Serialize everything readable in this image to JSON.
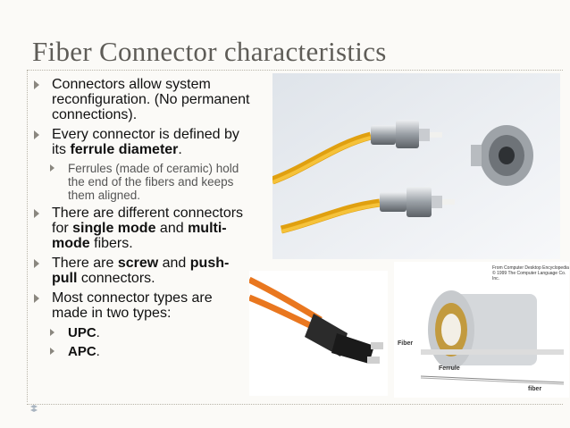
{
  "slide": {
    "title": "Fiber Connector characteristics",
    "bullets": [
      {
        "text": "Connectors allow system reconfiguration. (No permanent connections)."
      },
      {
        "pre": "Every connector is defined by its ",
        "bold": "ferrule diameter",
        "post": ".",
        "sub": [
          "Ferrules (made of ceramic) hold the end of the fibers and keeps them aligned."
        ]
      },
      {
        "pre": "There are different connectors for ",
        "bold": "single mode",
        "mid": " and ",
        "bold2": "multi-mode",
        "post": " fibers."
      },
      {
        "pre": "There are ",
        "bold": "screw",
        "mid": " and ",
        "bold2": "push-pull",
        "post": " connectors."
      },
      {
        "text": "Most connector types are made in two types:",
        "sub_bold": [
          {
            "bold": "UPC",
            "post": "."
          },
          {
            "bold": "APC",
            "post": "."
          }
        ]
      }
    ]
  },
  "diagram": {
    "credit_line1": "From Computer Desktop Encyclopedia",
    "credit_line2": "© 1999 The Computer Language Co. Inc.",
    "label_fiber_left": "Fiber",
    "label_ferrule": "Ferrule",
    "label_fiber_right": "fiber"
  },
  "icons": {
    "bullet": "triangle-bullet-icon",
    "nav": "slide-nav-icon"
  },
  "colors": {
    "title": "#5e5c57",
    "bullet": "#8a877f",
    "cable_yellow": "#f2b51b",
    "cable_orange": "#ec7a25",
    "background": "#fbfaf7"
  }
}
